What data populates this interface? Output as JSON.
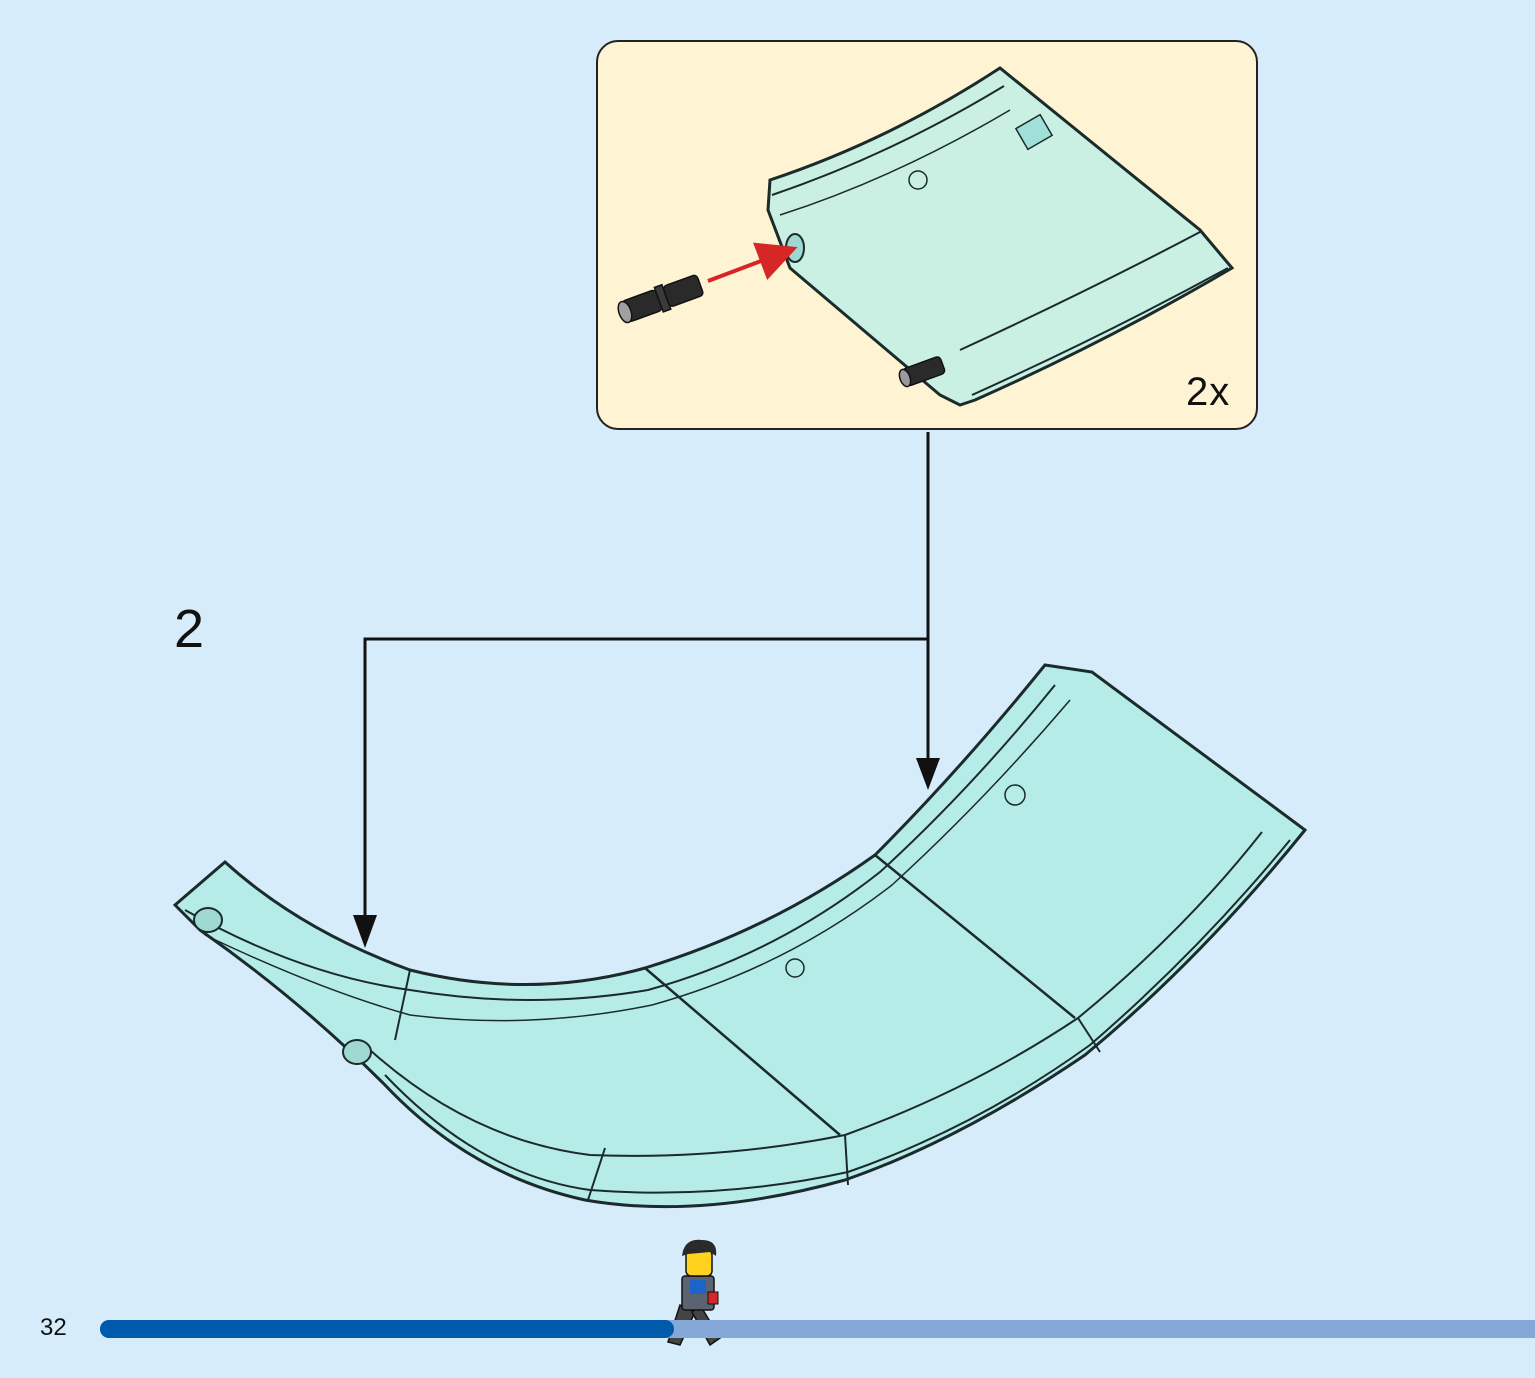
{
  "page": {
    "number": "32"
  },
  "step": {
    "number": "2"
  },
  "callout": {
    "multiplier": "2x"
  },
  "progress": {
    "fraction": 0.4
  },
  "colors": {
    "background": "#d7ecfb",
    "callout_background": "#fef3d2",
    "transparent_part": "#b2ece6",
    "part_outline": "#1b2a2a",
    "arrow_red": "#d62626",
    "progress_done": "#005aac",
    "progress_remaining": "#86a8d9"
  },
  "icons": {
    "axle_pin": "technic-pin-icon",
    "minifigure": "walking-minifigure-icon"
  }
}
